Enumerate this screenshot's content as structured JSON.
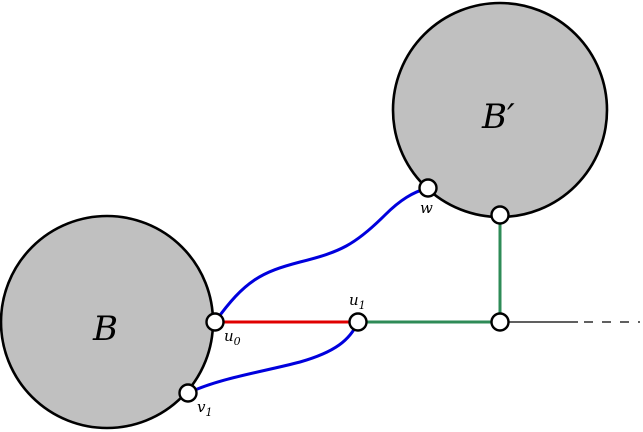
{
  "diagram": {
    "colors": {
      "blob_fill": "#c0c0c0",
      "red_edge": "#e00000",
      "green_edge": "#2e8b57",
      "blue_edge": "#0000dd"
    },
    "labels": {
      "blob_left": "B",
      "blob_right": "B′",
      "u0_base": "u",
      "u0_sub": "0",
      "u1_base": "u",
      "u1_sub": "1",
      "v1_base": "v",
      "v1_sub": "1",
      "w": "w"
    }
  }
}
